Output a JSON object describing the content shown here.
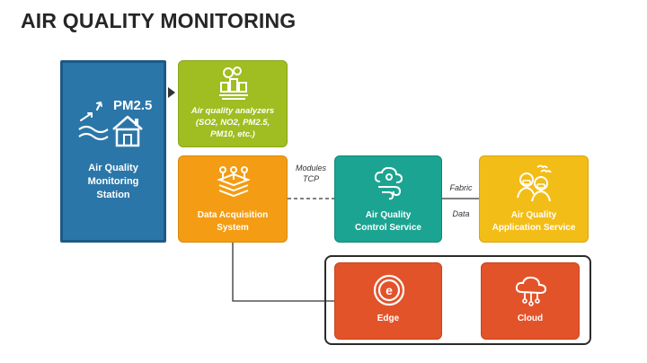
{
  "title": "AIR QUALITY MONITORING",
  "station": {
    "label_lines": [
      "Air Quality",
      "Monitoring",
      "Station"
    ],
    "icon_text": "PM2.5"
  },
  "analyzers": {
    "label_lines": [
      "Air quality analyzers",
      "(SO2, NO2, PM2.5,",
      "PM10, etc.)"
    ]
  },
  "acquisition": {
    "label_lines": [
      "Data Acquisition",
      "System"
    ]
  },
  "control": {
    "label_lines": [
      "Air Quality",
      "Control Service"
    ]
  },
  "application": {
    "label_lines": [
      "Air Quality",
      "Application Service"
    ]
  },
  "edge": {
    "label": "Edge"
  },
  "cloud": {
    "label": "Cloud"
  },
  "connectors": {
    "modules": "Modules",
    "tcp": "TCP",
    "fabric": "Fabric",
    "data": "Data"
  },
  "colors": {
    "station": "#2b76a8",
    "analyzers": "#a0bd22",
    "acquisition": "#f49c13",
    "control": "#1ba491",
    "application": "#f3bd17",
    "edge_cloud": "#e3532a"
  }
}
